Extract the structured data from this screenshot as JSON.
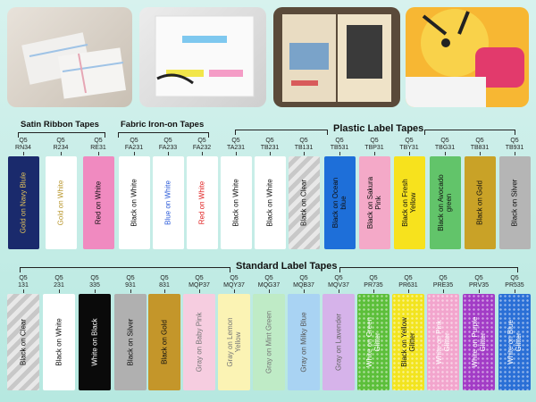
{
  "groups": {
    "satin": "Satin Ribbon Tapes",
    "iron": "Fabric Iron-on Tapes",
    "plastic": "Plastic Label Tapes",
    "standard": "Standard Label Tapes"
  },
  "row1": [
    {
      "q": "Q5",
      "code": "RN34",
      "label": "Gold on Navy Blule",
      "bg": "#1a2a6c",
      "fg": "#e2c25a",
      "style": "wave"
    },
    {
      "q": "Q5",
      "code": "R234",
      "label": "Gold on White",
      "bg": "#ffffff",
      "fg": "#b8962c",
      "style": "wave"
    },
    {
      "q": "Q5",
      "code": "RE31",
      "label": "Red on White",
      "bg": "#f08ac0",
      "fg": "#111111",
      "style": "wave"
    },
    {
      "q": "Q5",
      "code": "FA231",
      "label": "Black on White",
      "bg": "#ffffff",
      "fg": "#111111",
      "style": ""
    },
    {
      "q": "Q5",
      "code": "FA233",
      "label": "Blue on White",
      "bg": "#ffffff",
      "fg": "#2a5ad8",
      "style": ""
    },
    {
      "q": "Q5",
      "code": "FA232",
      "label": "Red on White",
      "bg": "#ffffff",
      "fg": "#e02020",
      "style": ""
    },
    {
      "q": "Q5",
      "code": "TA231",
      "label": "Black on White",
      "bg": "#ffffff",
      "fg": "#111111",
      "style": ""
    },
    {
      "q": "Q5",
      "code": "TB231",
      "label": "Black on White",
      "bg": "#ffffff",
      "fg": "#111111",
      "style": ""
    },
    {
      "q": "Q5",
      "code": "TB131",
      "label": "Black on Clear",
      "bg": "#d8d8d8",
      "fg": "#111111",
      "style": "clear"
    },
    {
      "q": "Q5",
      "code": "TB531",
      "label": "Black on Ocean blue",
      "bg": "#1e6fd9",
      "fg": "#111111",
      "style": ""
    },
    {
      "q": "Q5",
      "code": "TBP31",
      "label": "Black on Sakura Pink",
      "bg": "#f4a9c8",
      "fg": "#111111",
      "style": ""
    },
    {
      "q": "Q5",
      "code": "TBY31",
      "label": "Black on Fresh Yellow",
      "bg": "#f7e21d",
      "fg": "#111111",
      "style": ""
    },
    {
      "q": "Q5",
      "code": "TBG31",
      "label": "Black on Avocado green",
      "bg": "#62c46a",
      "fg": "#111111",
      "style": ""
    },
    {
      "q": "Q5",
      "code": "TB831",
      "label": "Black on Gold",
      "bg": "#c9a227",
      "fg": "#111111",
      "style": ""
    },
    {
      "q": "Q5",
      "code": "TB931",
      "label": "Black on Silver",
      "bg": "#b5b5b5",
      "fg": "#111111",
      "style": ""
    }
  ],
  "row2": [
    {
      "q": "Q5",
      "code": "131",
      "label": "Black on Clear",
      "bg": "#d8d8d8",
      "fg": "#111111",
      "style": "clear"
    },
    {
      "q": "Q5",
      "code": "231",
      "label": "Black on White",
      "bg": "#ffffff",
      "fg": "#111111",
      "style": ""
    },
    {
      "q": "Q5",
      "code": "335",
      "label": "White on Black",
      "bg": "#0a0a0a",
      "fg": "#ffffff",
      "style": ""
    },
    {
      "q": "Q5",
      "code": "931",
      "label": "Black on Silver",
      "bg": "#b0b0b0",
      "fg": "#111111",
      "style": ""
    },
    {
      "q": "Q5",
      "code": "831",
      "label": "Black on Gold",
      "bg": "#c4962a",
      "fg": "#111111",
      "style": ""
    },
    {
      "q": "Q5",
      "code": "MQP37",
      "label": "Gray on Baby Pink",
      "bg": "#f6cde0",
      "fg": "#777777",
      "style": ""
    },
    {
      "q": "Q5",
      "code": "MQY37",
      "label": "Gray on Lemon Yellow",
      "bg": "#fbf3b4",
      "fg": "#777777",
      "style": ""
    },
    {
      "q": "Q5",
      "code": "MQG37",
      "label": "Gray on Mint Green",
      "bg": "#bfebc6",
      "fg": "#777777",
      "style": ""
    },
    {
      "q": "Q5",
      "code": "MQB37",
      "label": "Gray on Milky Blue",
      "bg": "#a9d3f3",
      "fg": "#555555",
      "style": ""
    },
    {
      "q": "Q5",
      "code": "MQV37",
      "label": "Gray on Lavender",
      "bg": "#d6b3ea",
      "fg": "#666666",
      "style": ""
    },
    {
      "q": "Q5",
      "code": "PR735",
      "label": "White on Green Glitter",
      "bg": "#5cbf3a",
      "fg": "#ffffff",
      "style": "glitter"
    },
    {
      "q": "Q5",
      "code": "PR631",
      "label": "Black on Yellow Glitter",
      "bg": "#f2e41f",
      "fg": "#111111",
      "style": "glitter"
    },
    {
      "q": "Q5",
      "code": "PRE35",
      "label": "White on Pink Glitter",
      "bg": "#f2a5cd",
      "fg": "#ffffff",
      "style": "glitter"
    },
    {
      "q": "Q5",
      "code": "PRV35",
      "label": "White on Purple Glitter",
      "bg": "#a23cc6",
      "fg": "#ffffff",
      "style": "glitter"
    },
    {
      "q": "Q5",
      "code": "PR535",
      "label": "White on Blue Glitter",
      "bg": "#2a6fd6",
      "fg": "#ffffff",
      "style": "glitter"
    }
  ]
}
